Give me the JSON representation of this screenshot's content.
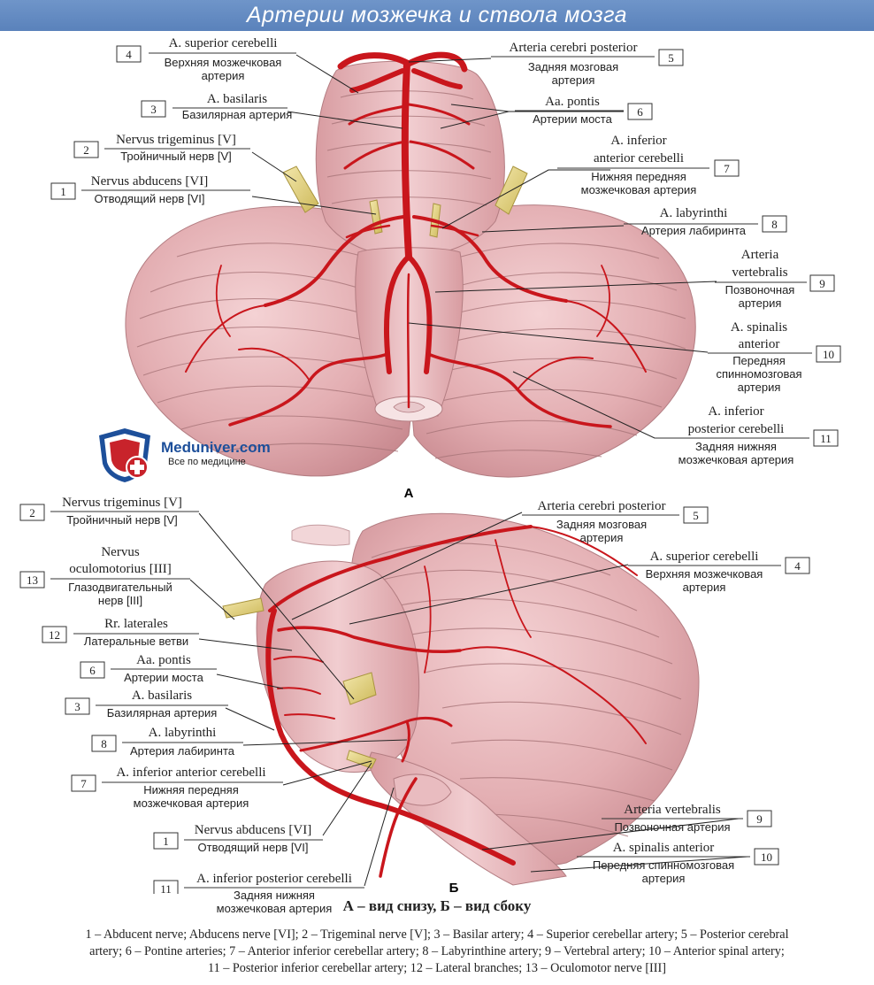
{
  "title": "Артерии мозжечка и ствола мозга",
  "logo": {
    "name": "Meduniver.com",
    "tagline": "Все по медицине"
  },
  "view_a": {
    "letter": "А",
    "labels": [
      {
        "num": "4",
        "latin": "A. superior cerebelli",
        "russian": [
          "Верхняя мозжечковая",
          "артерия"
        ]
      },
      {
        "num": "3",
        "latin": "A. basilaris",
        "russian": [
          "Базилярная артерия"
        ]
      },
      {
        "num": "2",
        "latin": "Nervus trigeminus [V]",
        "russian": [
          "Тройничный нерв [V]"
        ]
      },
      {
        "num": "1",
        "latin": "Nervus abducens [VI]",
        "russian": [
          "Отводящий нерв [VI]"
        ]
      },
      {
        "num": "5",
        "latin": "Arteria cerebri posterior",
        "russian": [
          "Задняя мозговая",
          "артерия"
        ]
      },
      {
        "num": "6",
        "latin": "Aa. pontis",
        "russian": [
          "Артерии моста"
        ]
      },
      {
        "num": "7",
        "latin": [
          "A. inferior",
          "anterior cerebelli"
        ],
        "russian": [
          "Нижняя передняя",
          "мозжечковая артерия"
        ]
      },
      {
        "num": "8",
        "latin": "A. labyrinthi",
        "russian": [
          "Артерия лабиринта"
        ]
      },
      {
        "num": "9",
        "latin": [
          "Arteria",
          "vertebralis"
        ],
        "russian": [
          "Позвоночная",
          "артерия"
        ]
      },
      {
        "num": "10",
        "latin": [
          "A. spinalis",
          "anterior"
        ],
        "russian": [
          "Передняя",
          "спинномозговая",
          "артерия"
        ]
      },
      {
        "num": "11",
        "latin": [
          "A. inferior",
          "posterior cerebelli"
        ],
        "russian": [
          "Задняя нижняя",
          "мозжечковая артерия"
        ]
      }
    ]
  },
  "view_b": {
    "letter": "Б",
    "labels": [
      {
        "num": "2",
        "latin": "Nervus trigeminus [V]",
        "russian": [
          "Тройничный нерв [V]"
        ]
      },
      {
        "num": "13",
        "latin": [
          "Nervus",
          "oculomotorius [III]"
        ],
        "russian": [
          "Глазодвигательный",
          "нерв [III]"
        ]
      },
      {
        "num": "12",
        "latin": "Rr. laterales",
        "russian": [
          "Латеральные ветви"
        ]
      },
      {
        "num": "6",
        "latin": "Aa. pontis",
        "russian": [
          "Артерии моста"
        ]
      },
      {
        "num": "3",
        "latin": "A. basilaris",
        "russian": [
          "Базилярная артерия"
        ]
      },
      {
        "num": "8",
        "latin": "A. labyrinthi",
        "russian": [
          "Артерия лабиринта"
        ]
      },
      {
        "num": "7",
        "latin": "A. inferior anterior cerebelli",
        "russian": [
          "Нижняя передняя",
          "мозжечковая артерия"
        ]
      },
      {
        "num": "1",
        "latin": "Nervus abducens [VI]",
        "russian": [
          "Отводящий нерв [VI]"
        ]
      },
      {
        "num": "11",
        "latin": "A. inferior posterior cerebelli",
        "russian": [
          "Задняя нижняя",
          "мозжечковая артерия"
        ]
      },
      {
        "num": "5",
        "latin": "Arteria cerebri posterior",
        "russian": [
          "Задняя мозговая",
          "артерия"
        ]
      },
      {
        "num": "4",
        "latin": "A. superior cerebelli",
        "russian": [
          "Верхняя мозжечковая",
          "артерия"
        ]
      },
      {
        "num": "9",
        "latin": "Arteria vertebralis",
        "russian": [
          "Позвоночная артерия"
        ]
      },
      {
        "num": "10",
        "latin": "A. spinalis anterior",
        "russian": [
          "Передняя спинномозговая",
          "артерия"
        ]
      }
    ]
  },
  "caption": "А – вид снизу, Б – вид сбоку",
  "legend": [
    "1 – Abducent nerve; Abducens nerve [VI]; 2 – Trigeminal nerve [V]; 3 – Basilar artery; 4 – Superior cerebellar artery; 5 – Posterior cerebral",
    "artery; 6 – Pontine arteries; 7 – Anterior inferior cerebellar artery; 8 – Labyrinthine artery; 9 – Vertebral artery; 10 – Anterior spinal artery;",
    "11 – Posterior inferior cerebellar artery; 12 – Lateral branches; 13 – Oculomotor nerve [III]"
  ],
  "colors": {
    "title_bar": "#6a90c6",
    "artery": "#c9161c",
    "tissue": "#e6b3b6",
    "nerve": "#e8d98a"
  }
}
